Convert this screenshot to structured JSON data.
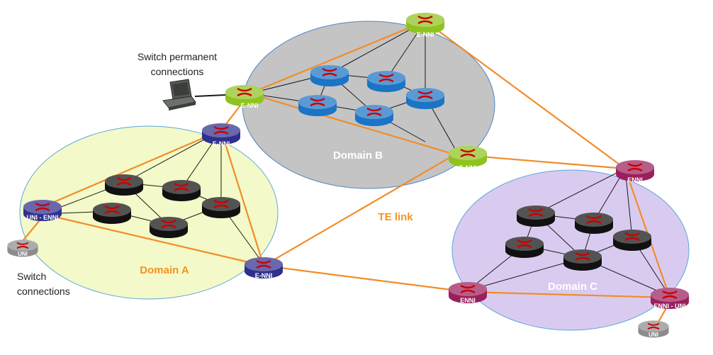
{
  "domains": {
    "a": {
      "label": "Domain A",
      "fill": "#f3f9c8",
      "stroke": "#5aa7d9",
      "text_color": "#f39321"
    },
    "b": {
      "label": "Domain B",
      "fill": "#c4c4c4",
      "stroke": "#4f87c6",
      "text_color": "#ffffff"
    },
    "c": {
      "label": "Domain C",
      "fill": "#d9cbf0",
      "stroke": "#5aa7d9",
      "text_color": "#ffffff"
    }
  },
  "routers": {
    "a_enni_top": {
      "label": "E-NNI",
      "color": "#2f2f8e"
    },
    "a_uni_enni": {
      "label": "UNI - ENNI",
      "color": "#2f2f8e"
    },
    "a_enni_bottom": {
      "label": "E-NNI",
      "color": "#2f2f8e"
    },
    "b_enni_top": {
      "label": "E-NNI",
      "color": "#8fc31f"
    },
    "b_enni_left": {
      "label": "E-NNI",
      "color": "#8fc31f"
    },
    "b_enni_right": {
      "label": "E-NNI",
      "color": "#8fc31f"
    },
    "c_enni_top": {
      "label": "ENNI",
      "color": "#9b1f5e"
    },
    "c_enni_bottom": {
      "label": "ENNI",
      "color": "#9b1f5e"
    },
    "c_enni_uni": {
      "label": "ENNI - UNI",
      "color": "#9b1f5e"
    },
    "uni_left": {
      "label": "UNI",
      "color": "#8c8c8c"
    },
    "uni_right": {
      "label": "UNI",
      "color": "#8c8c8c"
    }
  },
  "labels": {
    "te_link": "TE link",
    "switch_permanent_line1": "Switch permanent",
    "switch_permanent_line2": "connections",
    "switch_connections_line1": "Switch",
    "switch_connections_line2": "connections"
  },
  "colors": {
    "te_link": "#f28c28",
    "internal_link": "#1a1a1a",
    "domain_b_router": "#1b74c4",
    "domain_ac_router": "#111111",
    "router_cross": "#cc0000",
    "te_label": "#f39321"
  },
  "icons": {
    "laptop": "laptop-icon",
    "router": "router-icon"
  }
}
